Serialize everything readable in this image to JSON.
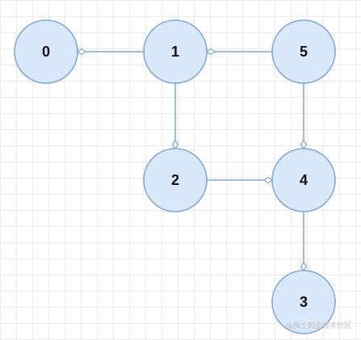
{
  "diagram": {
    "style": {
      "node_fill": "#dae8fc",
      "node_stroke": "#7ea6e0",
      "edge_stroke": "#7ea6e0",
      "grid_color": "#ececec",
      "text_color": "#111111"
    },
    "nodes": [
      {
        "id": "0",
        "label": "0"
      },
      {
        "id": "1",
        "label": "1"
      },
      {
        "id": "5",
        "label": "5"
      },
      {
        "id": "2",
        "label": "2"
      },
      {
        "id": "4",
        "label": "4"
      },
      {
        "id": "3",
        "label": "3"
      }
    ],
    "edges": [
      {
        "from": "1",
        "to": "0"
      },
      {
        "from": "5",
        "to": "1"
      },
      {
        "from": "1",
        "to": "2"
      },
      {
        "from": "5",
        "to": "4"
      },
      {
        "from": "2",
        "to": "4"
      },
      {
        "from": "4",
        "to": "3"
      }
    ]
  },
  "watermark": {
    "text": "@稀土掘金技术社区"
  }
}
